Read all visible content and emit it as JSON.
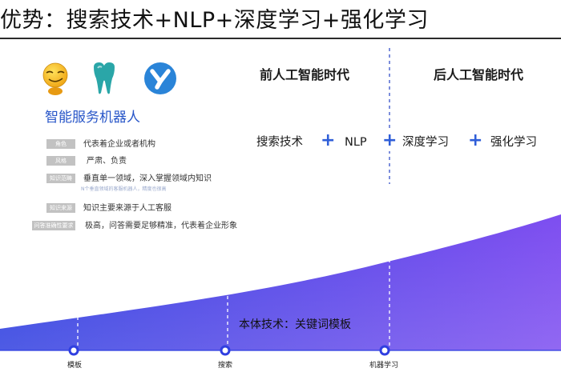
{
  "header": {
    "title": "优势：搜索技术+NLP+深度学习+强化学习"
  },
  "left": {
    "icons": [
      "smiley-icon",
      "tooth-icon",
      "y-logo-icon"
    ],
    "service_title": "智能服务机器人",
    "rows": [
      {
        "tag": "角色",
        "text": "代表着企业或者机构"
      },
      {
        "tag": "风格",
        "text": "严肃、负责"
      },
      {
        "tag": "知识范畴",
        "text": "垂直单一领域，深入掌握领域内知识",
        "sub": "N个垂直领域的客服机器人，精度也很高"
      },
      {
        "tag": "知识来源",
        "text": "知识主要来源于人工客服"
      },
      {
        "tag": "问答准确性要求",
        "text": "极高，问答需要足够精准，代表着企业形象"
      }
    ]
  },
  "eras": {
    "pre": "前人工智能时代",
    "post": "后人工智能时代"
  },
  "techs": {
    "search": "搜索技术",
    "nlp": "NLP",
    "deep": "深度学习",
    "rl": "强化学习",
    "plus": "+"
  },
  "base": {
    "label": "本体技术：关键词模板"
  },
  "timeline": {
    "labels": [
      "模板",
      "搜索",
      "机器学习"
    ]
  },
  "colors": {
    "accent": "#2f5ed8",
    "curve_dark": "#2f3fe0",
    "curve_light": "#7e4ef0",
    "service_blue": "#2856c8",
    "tag_gray": "#c2c2c2"
  }
}
